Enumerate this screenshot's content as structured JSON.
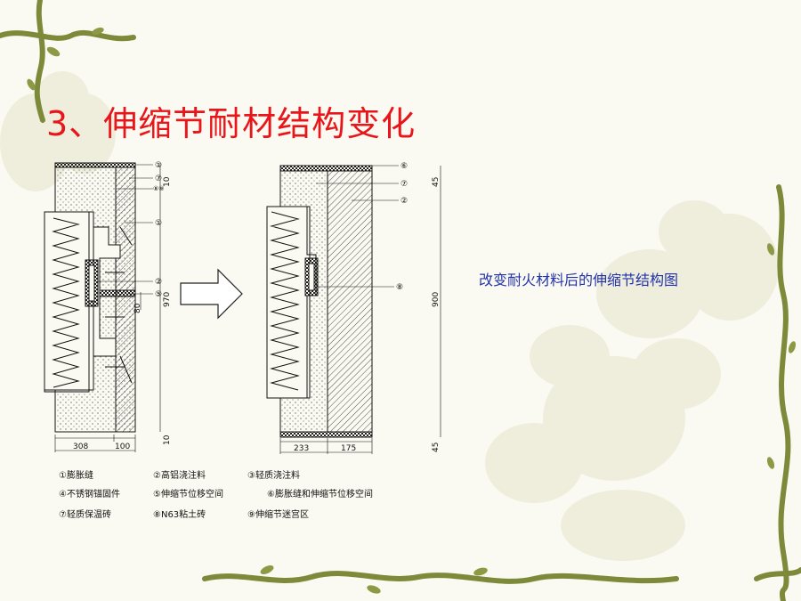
{
  "title": "3、伸缩节耐材结构变化",
  "caption": "改变耐火材料后的伸缩节结构图",
  "colors": {
    "title": "#e8161b",
    "caption": "#2233aa",
    "vine": "#7d8a3a"
  },
  "left_diagram": {
    "dims": {
      "top": "10",
      "height": "970",
      "bottom": "10",
      "gap": "80",
      "width_a": "308",
      "width_b": "100"
    },
    "callouts": [
      "①",
      "⑦",
      "⑧⑨",
      "①",
      "②",
      "⑤"
    ]
  },
  "right_diagram": {
    "dims": {
      "top": "45",
      "height": "900",
      "bottom": "45",
      "width_a": "233",
      "width_b": "175"
    },
    "callouts": [
      "⑥",
      "⑦",
      "②",
      "⑧"
    ]
  },
  "legend": [
    "①膨胀缝",
    "②高铝浇注料",
    "③轻质浇注料",
    "④不锈钢锚固件",
    "⑤伸缩节位移空间",
    "⑥膨胀缝和伸缩节位移空间",
    "⑦轻质保温砖",
    "⑧N63粘土砖",
    "⑨伸缩节迷宫区"
  ]
}
